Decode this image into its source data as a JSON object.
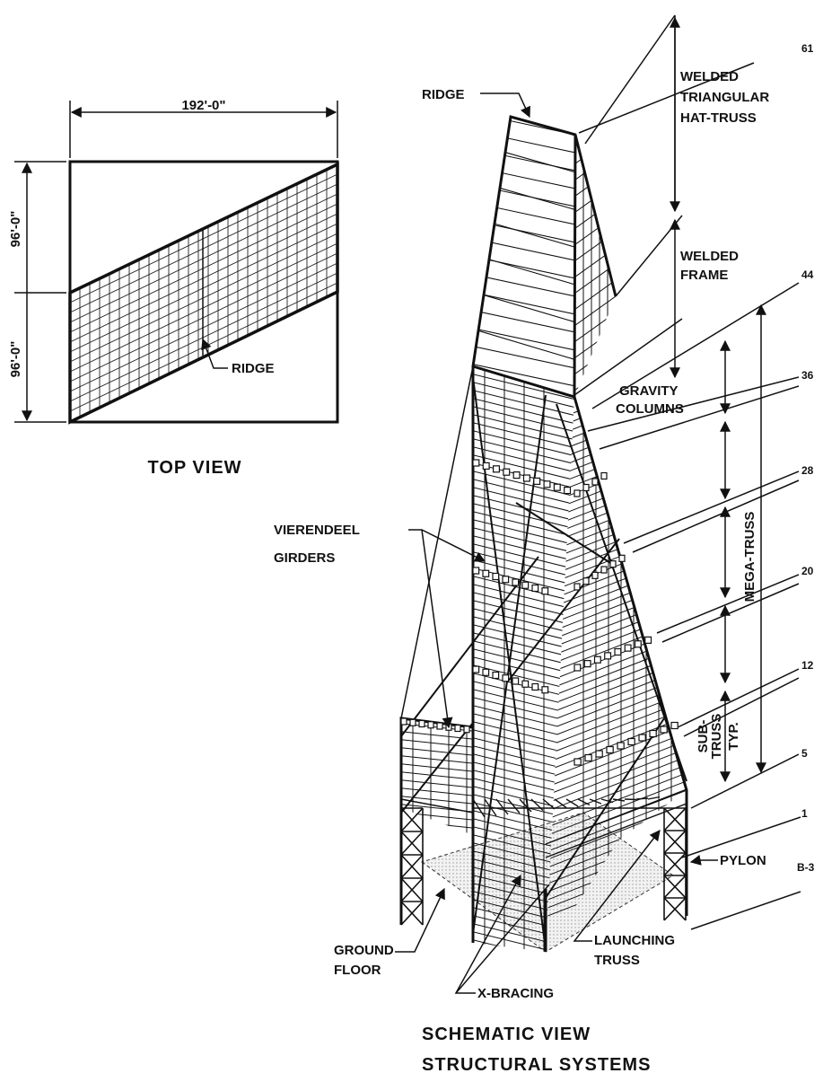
{
  "top_view": {
    "width_dim": "192'-0\"",
    "height_dim_upper": "96'-0\"",
    "height_dim_lower": "96'-0\"",
    "ridge_label": "RIDGE",
    "caption": "TOP VIEW"
  },
  "schematic": {
    "ridge_label": "RIDGE",
    "hat_truss_label": [
      "WELDED",
      "TRIANGULAR",
      "HAT-TRUSS"
    ],
    "welded_frame_label": [
      "WELDED",
      "FRAME"
    ],
    "gravity_columns_label": [
      "GRAVITY",
      "COLUMNS"
    ],
    "mega_truss_label": "MEGA-TRUSS",
    "sub_truss_label": [
      "SUB-",
      "TRUSS"
    ],
    "typ_label": "TYP.",
    "vierendeel_label": [
      "VIERENDEEL",
      "GIRDERS"
    ],
    "pylon_label": "PYLON",
    "ground_floor_label": [
      "GROUND",
      "FLOOR"
    ],
    "launching_truss_label": [
      "LAUNCHING",
      "TRUSS"
    ],
    "x_bracing_label": "X-BRACING",
    "caption": [
      "SCHEMATIC VIEW",
      "STRUCTURAL SYSTEMS"
    ],
    "floor_numbers": [
      "61",
      "44",
      "36",
      "28",
      "20",
      "12",
      "5",
      "1",
      "B-3"
    ]
  }
}
